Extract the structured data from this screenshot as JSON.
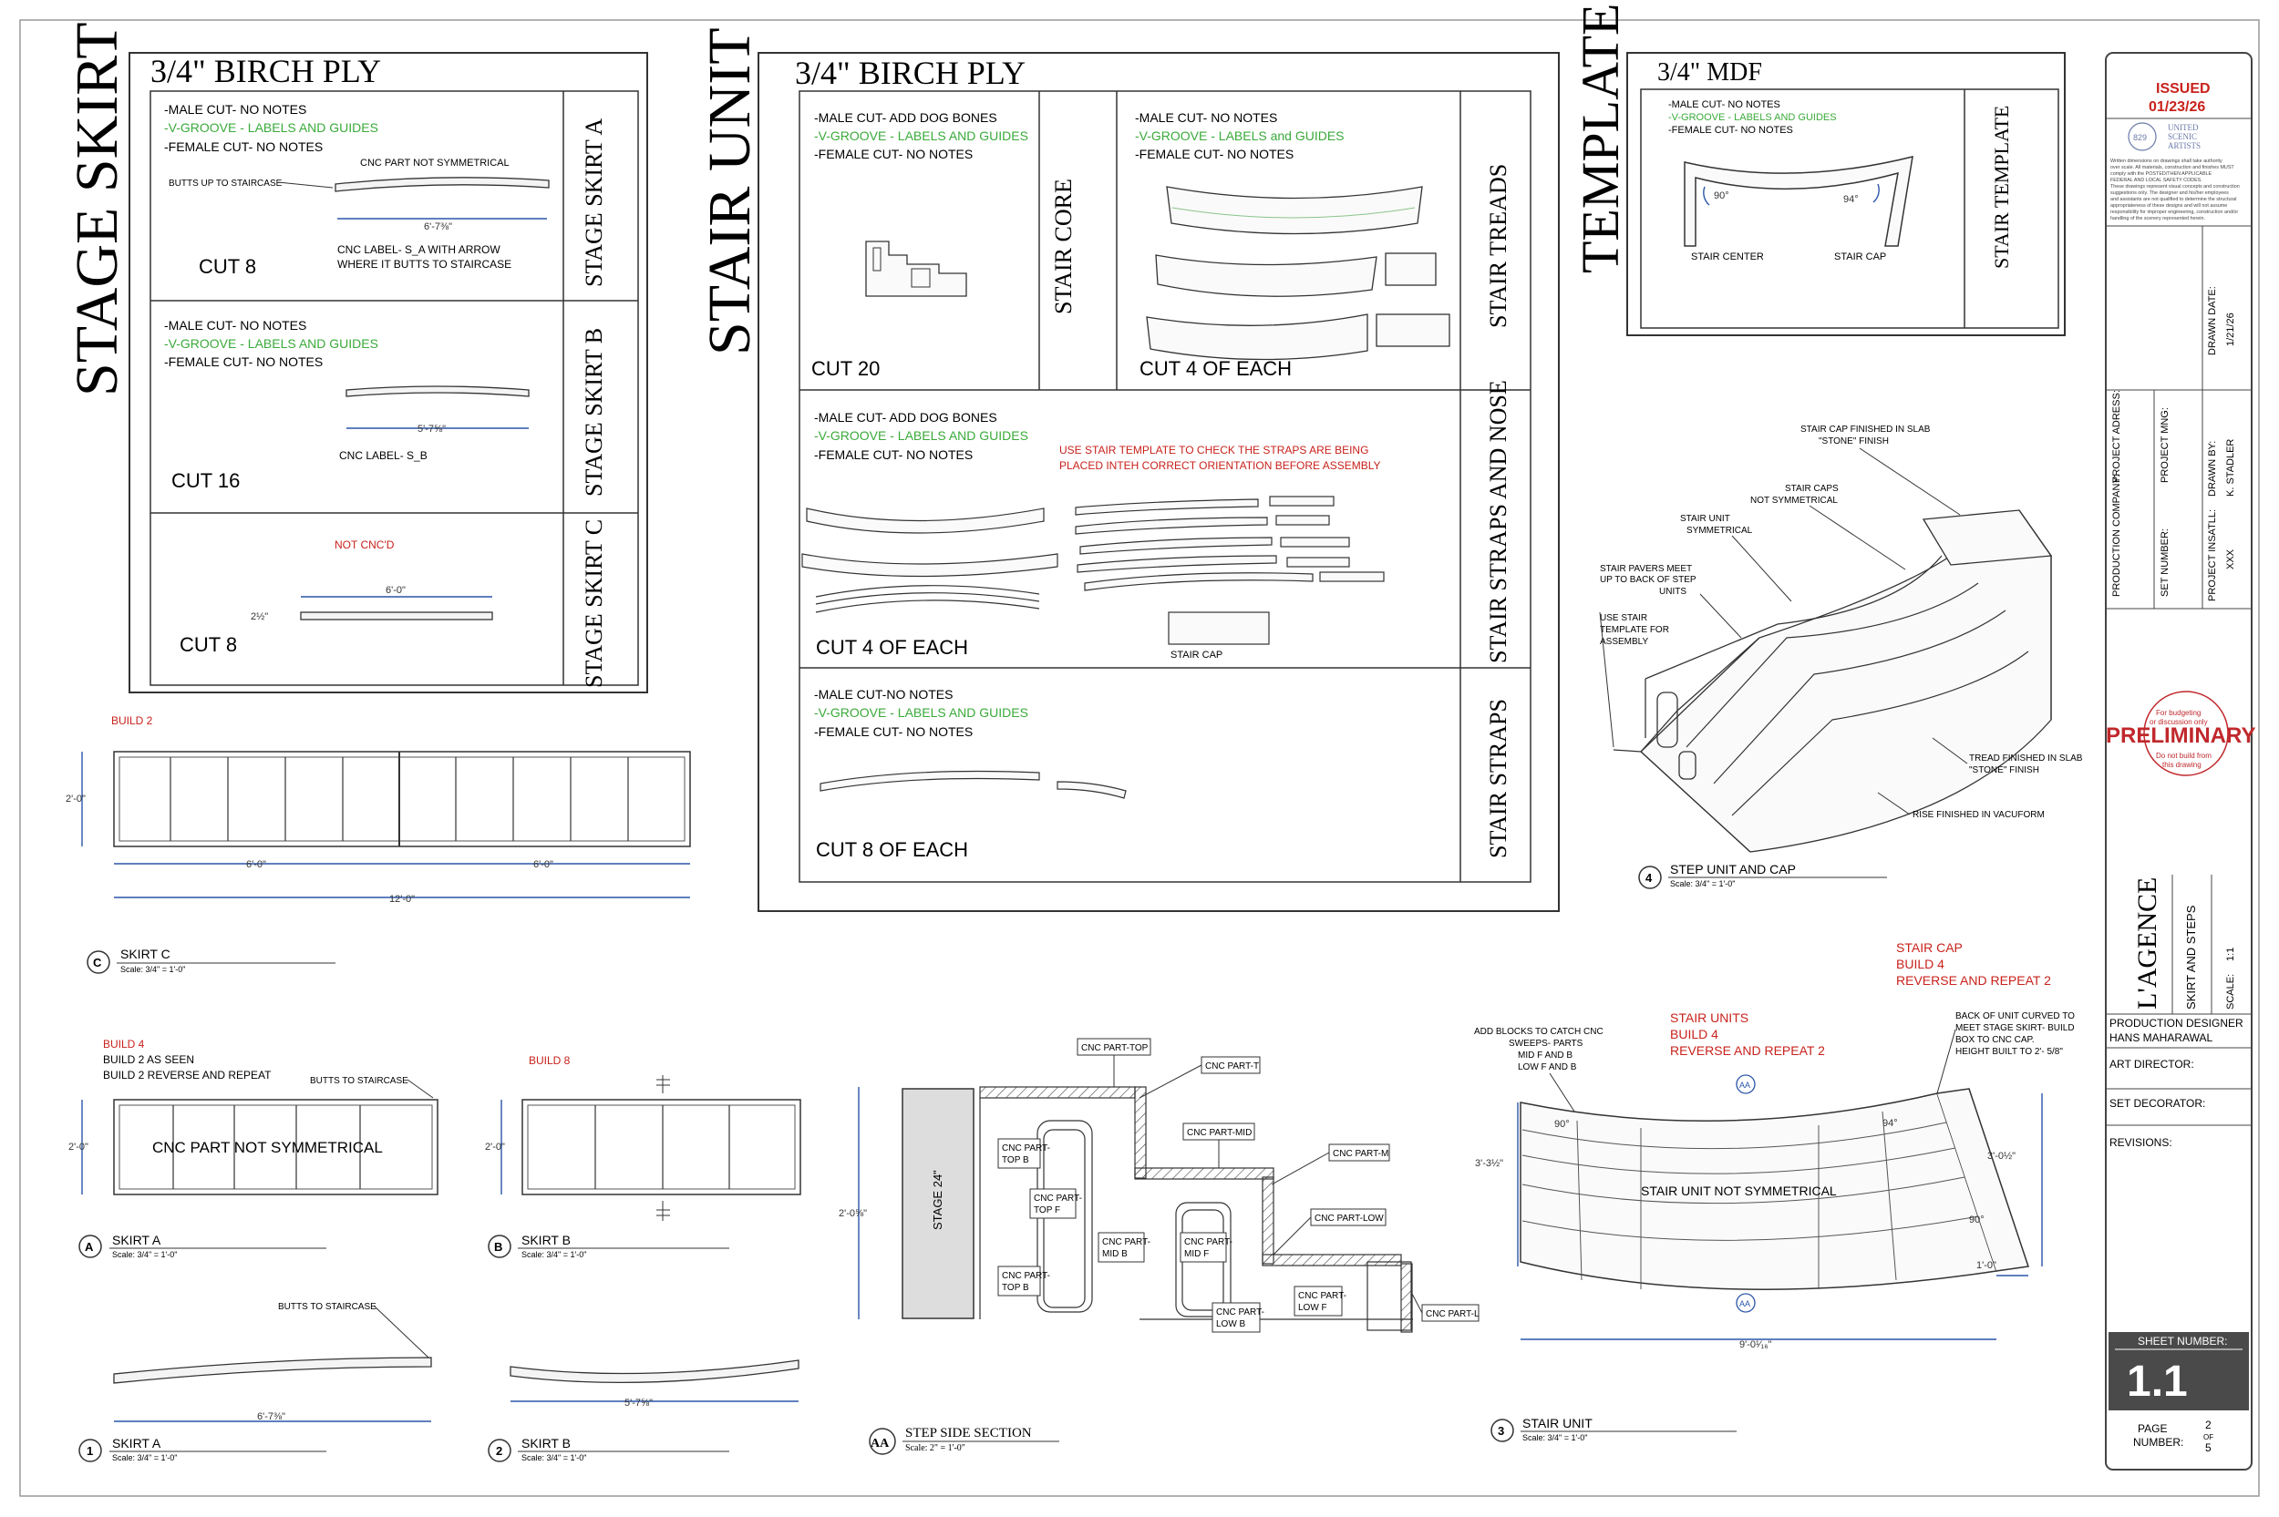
{
  "stage_skirt": {
    "heading": "STAGE SKIRT",
    "material": "3/4\" BIRCH PLY",
    "a": {
      "notes": [
        "-MALE CUT- NO NOTES",
        "-V-GROOVE - LABELS AND GUIDES",
        "-FEMALE CUT- NO NOTES"
      ],
      "note_cnc": "CNC PART NOT SYMMETRICAL",
      "note_butts": "BUTTS UP TO STAIRCASE",
      "dim": "6'-7⅜\"",
      "cnc_label": [
        "CNC LABEL- S_A WITH ARROW",
        "WHERE IT BUTTS TO STAIRCASE"
      ],
      "cut": "CUT 8",
      "tab": "STAGE SKIRT A"
    },
    "b": {
      "notes": [
        "-MALE CUT- NO NOTES",
        "-V-GROOVE - LABELS AND GUIDES",
        "-FEMALE CUT- NO NOTES"
      ],
      "dim": "5'-7⅝\"",
      "cnc_label": "CNC LABEL- S_B",
      "cut": "CUT 16",
      "tab": "STAGE SKIRT B"
    },
    "c": {
      "not_cnc": "NOT CNC'D",
      "dim_w": "6'-0\"",
      "dim_h": "2½\"",
      "cut": "CUT 8",
      "tab": "STAGE SKIRT C"
    }
  },
  "stair_unit": {
    "heading": "STAIR UNIT",
    "material": "3/4\" BIRCH PLY",
    "core": {
      "notes": [
        "-MALE CUT- ADD DOG BONES",
        "-V-GROOVE - LABELS AND GUIDES",
        "-FEMALE CUT- NO NOTES"
      ],
      "cut": "CUT 20",
      "tab": "STAIR CORE"
    },
    "treads": {
      "notes": [
        "-MALE CUT- NO NOTES",
        "-V-GROOVE - LABELS and GUIDES",
        "-FEMALE CUT- NO NOTES"
      ],
      "cut": "CUT 4 OF EACH",
      "tab": "STAIR TREADS"
    },
    "straps_nose": {
      "notes": [
        "-MALE CUT- ADD DOG BONES",
        "-V-GROOVE - LABELS AND GUIDES",
        "-FEMALE CUT- NO NOTES"
      ],
      "warning": [
        "USE STAIR TEMPLATE TO CHECK THE STRAPS ARE BEING",
        "PLACED INTEH CORRECT ORIENTATION BEFORE ASSEMBLY"
      ],
      "cap_label": "STAIR CAP",
      "cut": "CUT 4 OF EACH",
      "tab": "STAIR STRAPS AND NOSE"
    },
    "straps": {
      "notes": [
        "-MALE CUT-NO NOTES",
        "-V-GROOVE - LABELS AND GUIDES",
        "-FEMALE CUT- NO NOTES"
      ],
      "cut": "CUT 8 OF EACH",
      "tab": "STAIR STRAPS"
    }
  },
  "template": {
    "heading": "TEMPLATE",
    "material": "3/4\" MDF",
    "notes": [
      "-MALE CUT- NO NOTES",
      "-V-GROOVE - LABELS AND GUIDES",
      "-FEMALE CUT- NO NOTES"
    ],
    "angle_l": "90°",
    "angle_r": "94°",
    "stair_center": "STAIR CENTER",
    "stair_cap": "STAIR CAP",
    "tab": "STAIR TEMPLATE"
  },
  "step_unit": {
    "callouts": {
      "cap_slab": [
        "STAIR CAP FINISHED IN SLAB",
        "\"STONE\" FINISH"
      ],
      "caps_ns": [
        "STAIR CAPS",
        "NOT SYMMETRICAL"
      ],
      "unit_sym": [
        "STAIR UNIT",
        "SYMMETRICAL"
      ],
      "pavers": [
        "STAIR PAVERS MEET",
        "UP TO BACK OF STEP",
        "UNITS"
      ],
      "template": [
        "USE STAIR",
        "TEMPLATE FOR",
        "ASSEMBLY"
      ],
      "tread": [
        "TREAD FINISHED IN SLAB",
        "\"STONE\" FINISH"
      ],
      "rise": "RISE FINISHED IN VACUFORM"
    },
    "num": "4",
    "title": "STEP UNIT AND CAP",
    "scale": "Scale: 3/4\" = 1'-0\""
  },
  "skirt_c": {
    "build": "BUILD 2",
    "h": "2'-0\"",
    "w1": "6'-0\"",
    "w2": "6'-0\"",
    "total": "12'-0\"",
    "num": "C",
    "title": "SKIRT C",
    "scale": "Scale: 3/4\" = 1'-0\""
  },
  "skirt_a_elev": {
    "build": [
      "BUILD 4",
      "BUILD 2 AS SEEN",
      "BUILD 2 REVERSE AND REPEAT"
    ],
    "butts": "BUTTS TO STAIRCASE",
    "center": "CNC PART NOT SYMMETRICAL",
    "h": "2'-0\"",
    "num": "A",
    "title": "SKIRT A",
    "scale": "Scale: 3/4\" = 1'-0\""
  },
  "skirt_b_elev": {
    "build": "BUILD 8",
    "h": "2'-0\"",
    "num": "B",
    "title": "SKIRT B",
    "scale": "Scale: 3/4\" = 1'-0\""
  },
  "skirt_a_plan": {
    "butts": "BUTTS TO STAIRCASE",
    "dim": "6'-7⅜\"",
    "num": "1",
    "title": "SKIRT A",
    "scale": "Scale: 3/4\" = 1'-0\""
  },
  "skirt_b_plan": {
    "dim": "5'-7⅝\"",
    "num": "2",
    "title": "SKIRT B",
    "scale": "Scale: 3/4\" = 1'-0\""
  },
  "section": {
    "stage": "STAGE 24\"",
    "height": "2'-0⅝\"",
    "labels": {
      "top": "CNC PART-TOP",
      "t": "CNC PART-T",
      "mid": "CNC PART-MID",
      "m": "CNC PART-M",
      "low": "CNC PART-LOW",
      "l": "CNC PART-L",
      "top_b": [
        "CNC PART-",
        "TOP B"
      ],
      "top_f": [
        "CNC PART-",
        "TOP F"
      ],
      "top_b2": [
        "CNC PART-",
        "TOP B"
      ],
      "mid_b": [
        "CNC PART-",
        "MID B"
      ],
      "mid_f": [
        "CNC PART-",
        "MID F"
      ],
      "low_b": [
        "CNC PART-",
        "LOW B"
      ],
      "low_f": [
        "CNC PART-",
        "LOW F"
      ]
    },
    "tag": "AA",
    "title": "STEP SIDE SECTION",
    "scale": "Scale: 2\" = 1'-0\""
  },
  "stair_plan": {
    "blocks": [
      "ADD BLOCKS TO CATCH CNC",
      "SWEEPS- PARTS",
      "MID F AND B",
      "LOW F AND B"
    ],
    "units": [
      "STAIR UNITS",
      "BUILD 4",
      "REVERSE AND REPEAT 2"
    ],
    "cap": [
      "STAIR CAP",
      "BUILD 4",
      "REVERSE AND REPEAT 2"
    ],
    "back": [
      "BACK OF UNIT CURVED TO",
      "MEET STAGE SKIRT- BUILD",
      "BOX TO CNC CAP.",
      "HEIGHT BUILT TO 2'- 5/8\""
    ],
    "center": "STAIR UNIT NOT SYMMETRICAL",
    "a_l": "90°",
    "a_r": "94°",
    "a_r2": "90°",
    "d_l": "3'-3½\"",
    "d_r": "3'-0½\"",
    "d_b": "9'-0¹⁄₁₆\"",
    "d_s": "1'-0\"",
    "tag": "AA",
    "num": "3",
    "title": "STAIR UNIT",
    "scale": "Scale: 3/4\" = 1'-0\""
  },
  "title_block": {
    "issued": "ISSUED",
    "date": "01/23/26",
    "union": [
      "UNITED",
      "SCENIC",
      "ARTISTS"
    ],
    "union_num": "829",
    "disclaimer": [
      "Written dimensions on drawings shall take authority",
      "over scale. All materials, construction and finishes MUST",
      "comply with the POSTED/THEN APPLICABLE",
      "FEDERAL AND LOCAL SAFETY CODES.",
      "These drawings represent visual concepts and construction",
      "suggestions only. The designer and his/her employees",
      "and assistants are not qualified to determine the structural",
      "appropriateness of these designs and will not assume",
      "responsibility for improper engineering, construction and/or",
      "handling of the scenery represented herein."
    ],
    "fields": {
      "address": "PROJECT ADRESS:",
      "mng": "PROJECT MNG:",
      "drawn_date_label": "DRAWN DATE:",
      "drawn_date": "1/21/26",
      "company": "PRODUCTION COMPANY:",
      "set_number": "SET NUMBER:",
      "drawn_by_label": "DRAWN BY:",
      "drawn_by": "K. STADLER",
      "install_label": "PROJECT INSATLL:",
      "install": "XXX"
    },
    "stamp": "PRELIMINARY",
    "stamp_top": [
      "For budgeting",
      "or discussion only"
    ],
    "stamp_bot": [
      "Do not build from",
      "this drawing"
    ],
    "project": "L'AGENCE",
    "sheet_title": "SKIRT AND STEPS",
    "scale_label": "SCALE:",
    "scale_val": "1:1",
    "designer_label": "PRODUCTION DESIGNER",
    "designer": "HANS MAHARAWAL",
    "art_director": "ART DIRECTOR:",
    "set_decorator": "SET DECORATOR:",
    "revisions": "REVISIONS:",
    "sheet_number_label": "SHEET NUMBER:",
    "sheet_number": "1.1",
    "page_label": [
      "PAGE",
      "NUMBER:"
    ],
    "page": "2",
    "of": "OF",
    "total": "5"
  },
  "colors": {
    "note_green": "#3aaa3a",
    "note_red": "#c8221c",
    "dim_blue": "#2a55a8",
    "stamp_red": "#c0282c"
  }
}
